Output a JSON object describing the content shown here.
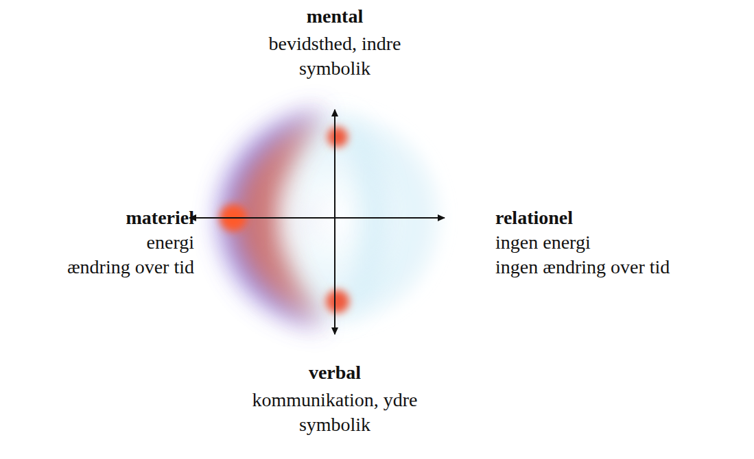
{
  "diagram": {
    "labels": [
      "mental",
      "bevidsthed, indre symbolik",
      "materiel",
      "energi",
      "ændring over tid",
      "relationel",
      "ingen energi",
      "ingen ændring over tid",
      "verbal",
      "kommunikation, ydre symbolik"
    ]
  }
}
